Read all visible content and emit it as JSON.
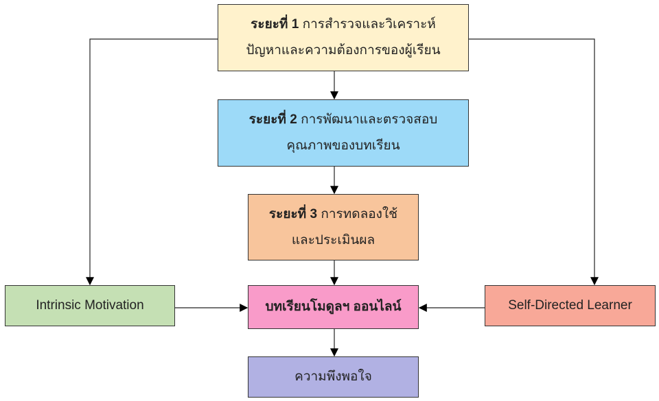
{
  "phase1": {
    "bold": "ระยะที่ 1",
    "line1": "การสำรวจและวิเคราะห์",
    "line2": "ปัญหาและความต้องการของผู้เรียน",
    "color": "#FFF2CC"
  },
  "phase2": {
    "bold": "ระยะที่ 2",
    "line1": "การพัฒนาและตรวจสอบ",
    "line2": "คุณภาพของบทเรียน",
    "color": "#9DDAF8"
  },
  "phase3": {
    "bold": "ระยะที่ 3",
    "line1": "การทดลองใช้",
    "line2": "และประเมินผล",
    "color": "#F8C59C"
  },
  "module": {
    "label": "บทเรียนโมดูลฯ ออนไลน์",
    "color": "#F99BC9"
  },
  "satisfaction": {
    "label": "ความพึงพอใจ",
    "color": "#B1B1E3"
  },
  "intrinsic": {
    "label": "Intrinsic Motivation",
    "color": "#C5E0B4"
  },
  "selfdirected": {
    "label": "Self-Directed Learner",
    "color": "#F8A898"
  }
}
